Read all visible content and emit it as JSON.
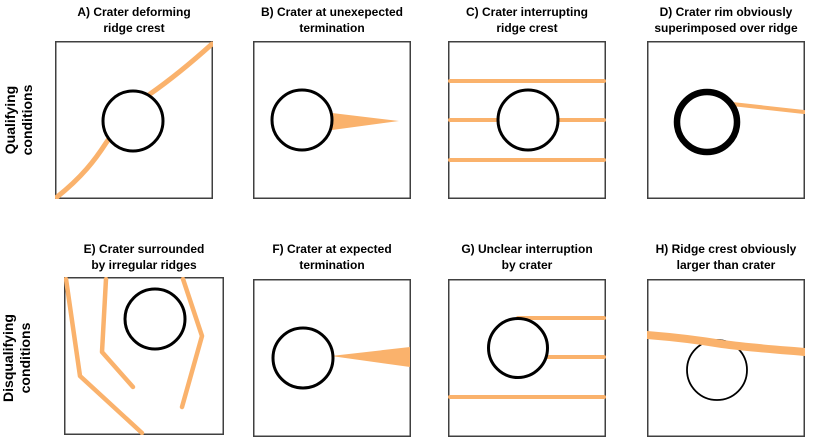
{
  "figure_type": "crater-ridge classification diagram",
  "rows": [
    {
      "label": [
        "Qualifying",
        "conditions"
      ],
      "panels": [
        {
          "letter": "A",
          "title": [
            "A) Crater deforming",
            "ridge crest"
          ]
        },
        {
          "letter": "B",
          "title": [
            "B) Crater at unexepected",
            "termination"
          ]
        },
        {
          "letter": "C",
          "title": [
            "C) Crater interrupting",
            "ridge crest"
          ]
        },
        {
          "letter": "D",
          "title": [
            "D) Crater rim obviously",
            "superimposed over ridge"
          ]
        }
      ]
    },
    {
      "label": [
        "Disqualifying",
        "conditions"
      ],
      "panels": [
        {
          "letter": "E",
          "title": [
            "E) Crater surrounded",
            "by irregular ridges"
          ]
        },
        {
          "letter": "F",
          "title": [
            "F) Crater at expected",
            "termination"
          ]
        },
        {
          "letter": "G",
          "title": [
            "G) Unclear interruption",
            "by crater"
          ]
        },
        {
          "letter": "H",
          "title": [
            "H) Ridge crest obviously",
            "larger than crater"
          ]
        }
      ]
    }
  ],
  "colors": {
    "ridge_orange": "#FAB26C",
    "crater_black": "#000000",
    "box_border": "#404040"
  }
}
